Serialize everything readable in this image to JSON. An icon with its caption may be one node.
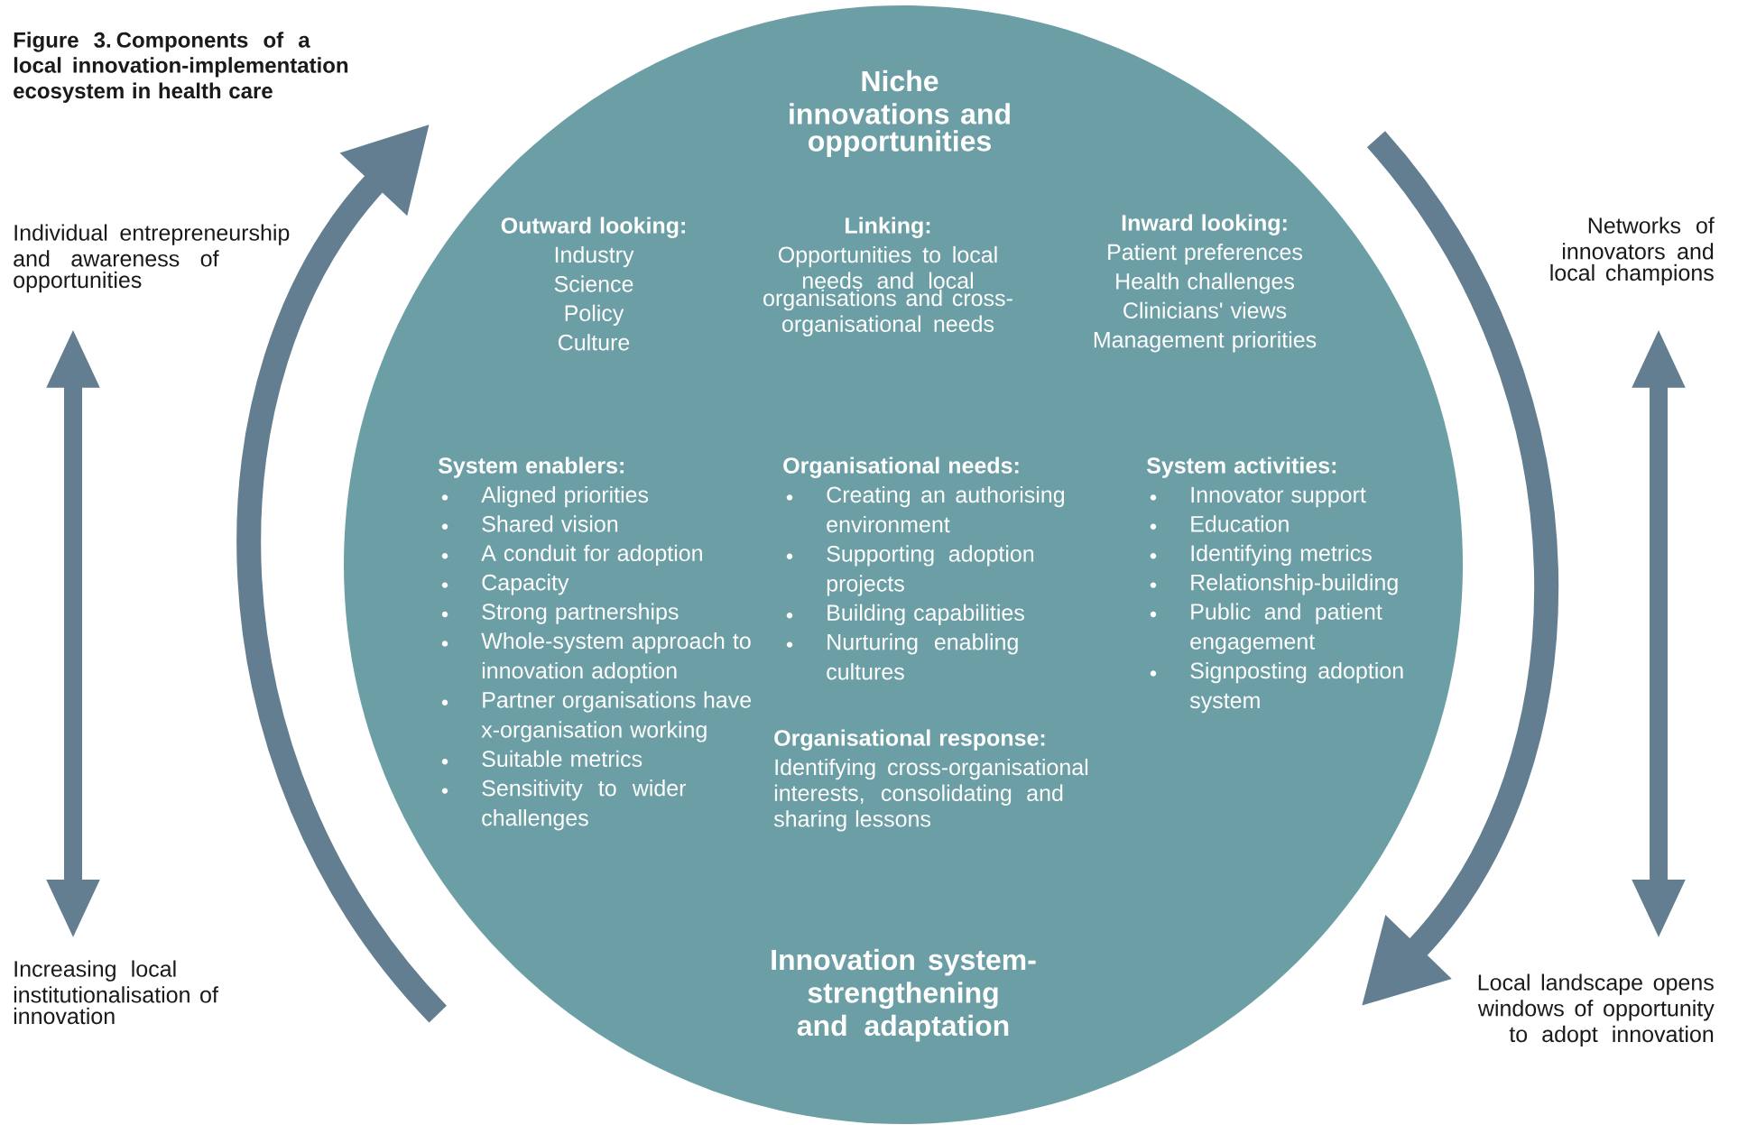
{
  "diagram": {
    "title": "Figure 3. Components of a local innovation-implementation ecosystem in health care",
    "nodes": [
      {
        "text": [
          "Niche innovations and opportunities",
          "Outward looking:",
          "Industry",
          "Science",
          "Policy",
          "Culture",
          "Linking:",
          "Opportunities to local needs and local organisations and cross-organisational needs",
          "Inward looking:",
          "Patient preferences",
          "Health challenges",
          "Clinicians' views",
          "Management priorities",
          "System enablers:",
          "Aligned priorities",
          "Shared vision",
          "A conduit for adoption",
          "Capacity",
          "Strong partnerships",
          "Whole-system approach to innovation adoption",
          "Partner organisations have x-organisation working",
          "Suitable metrics",
          "Sensitivity to wider challenges",
          "Organisational needs:",
          "Creating an authorising environment",
          "Supporting adoption projects",
          "Building capabilities",
          "Nurturing enabling cultures",
          "Organisational response:",
          "Identifying cross-organisational interests, consolidating and sharing lessons",
          "System activities:",
          "Innovator support",
          "Education",
          "Identifying metrics",
          "Relationship-building",
          "Public and patient engagement",
          "Signposting adoption system",
          "Innovation system-strengthening and adaptation"
        ]
      },
      {
        "text": [
          "Individual entrepreneurship and awareness of opportunities"
        ]
      },
      {
        "text": [
          "Increasing local institutionalisation of innovation"
        ]
      },
      {
        "text": [
          "Networks of innovators and local champions"
        ]
      },
      {
        "text": [
          "Local landscape opens windows of opportunity to adopt innovation"
        ]
      }
    ],
    "edges": [
      {
        "from": 1,
        "to": 2,
        "arrow": "both"
      },
      {
        "from": 3,
        "to": 4,
        "arrow": "both"
      }
    ]
  }
}
